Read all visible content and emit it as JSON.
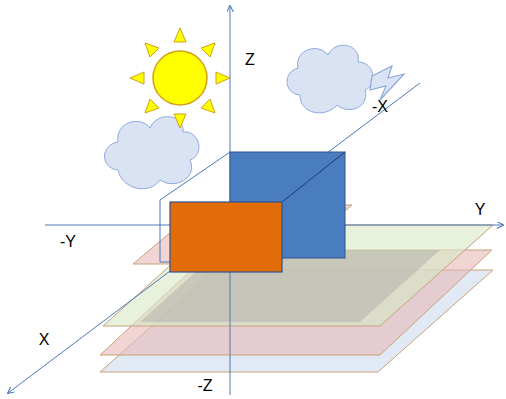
{
  "diagram": {
    "labels": [
      "Z",
      "-X",
      "Y",
      "-Y",
      "X",
      "-Z"
    ]
  }
}
